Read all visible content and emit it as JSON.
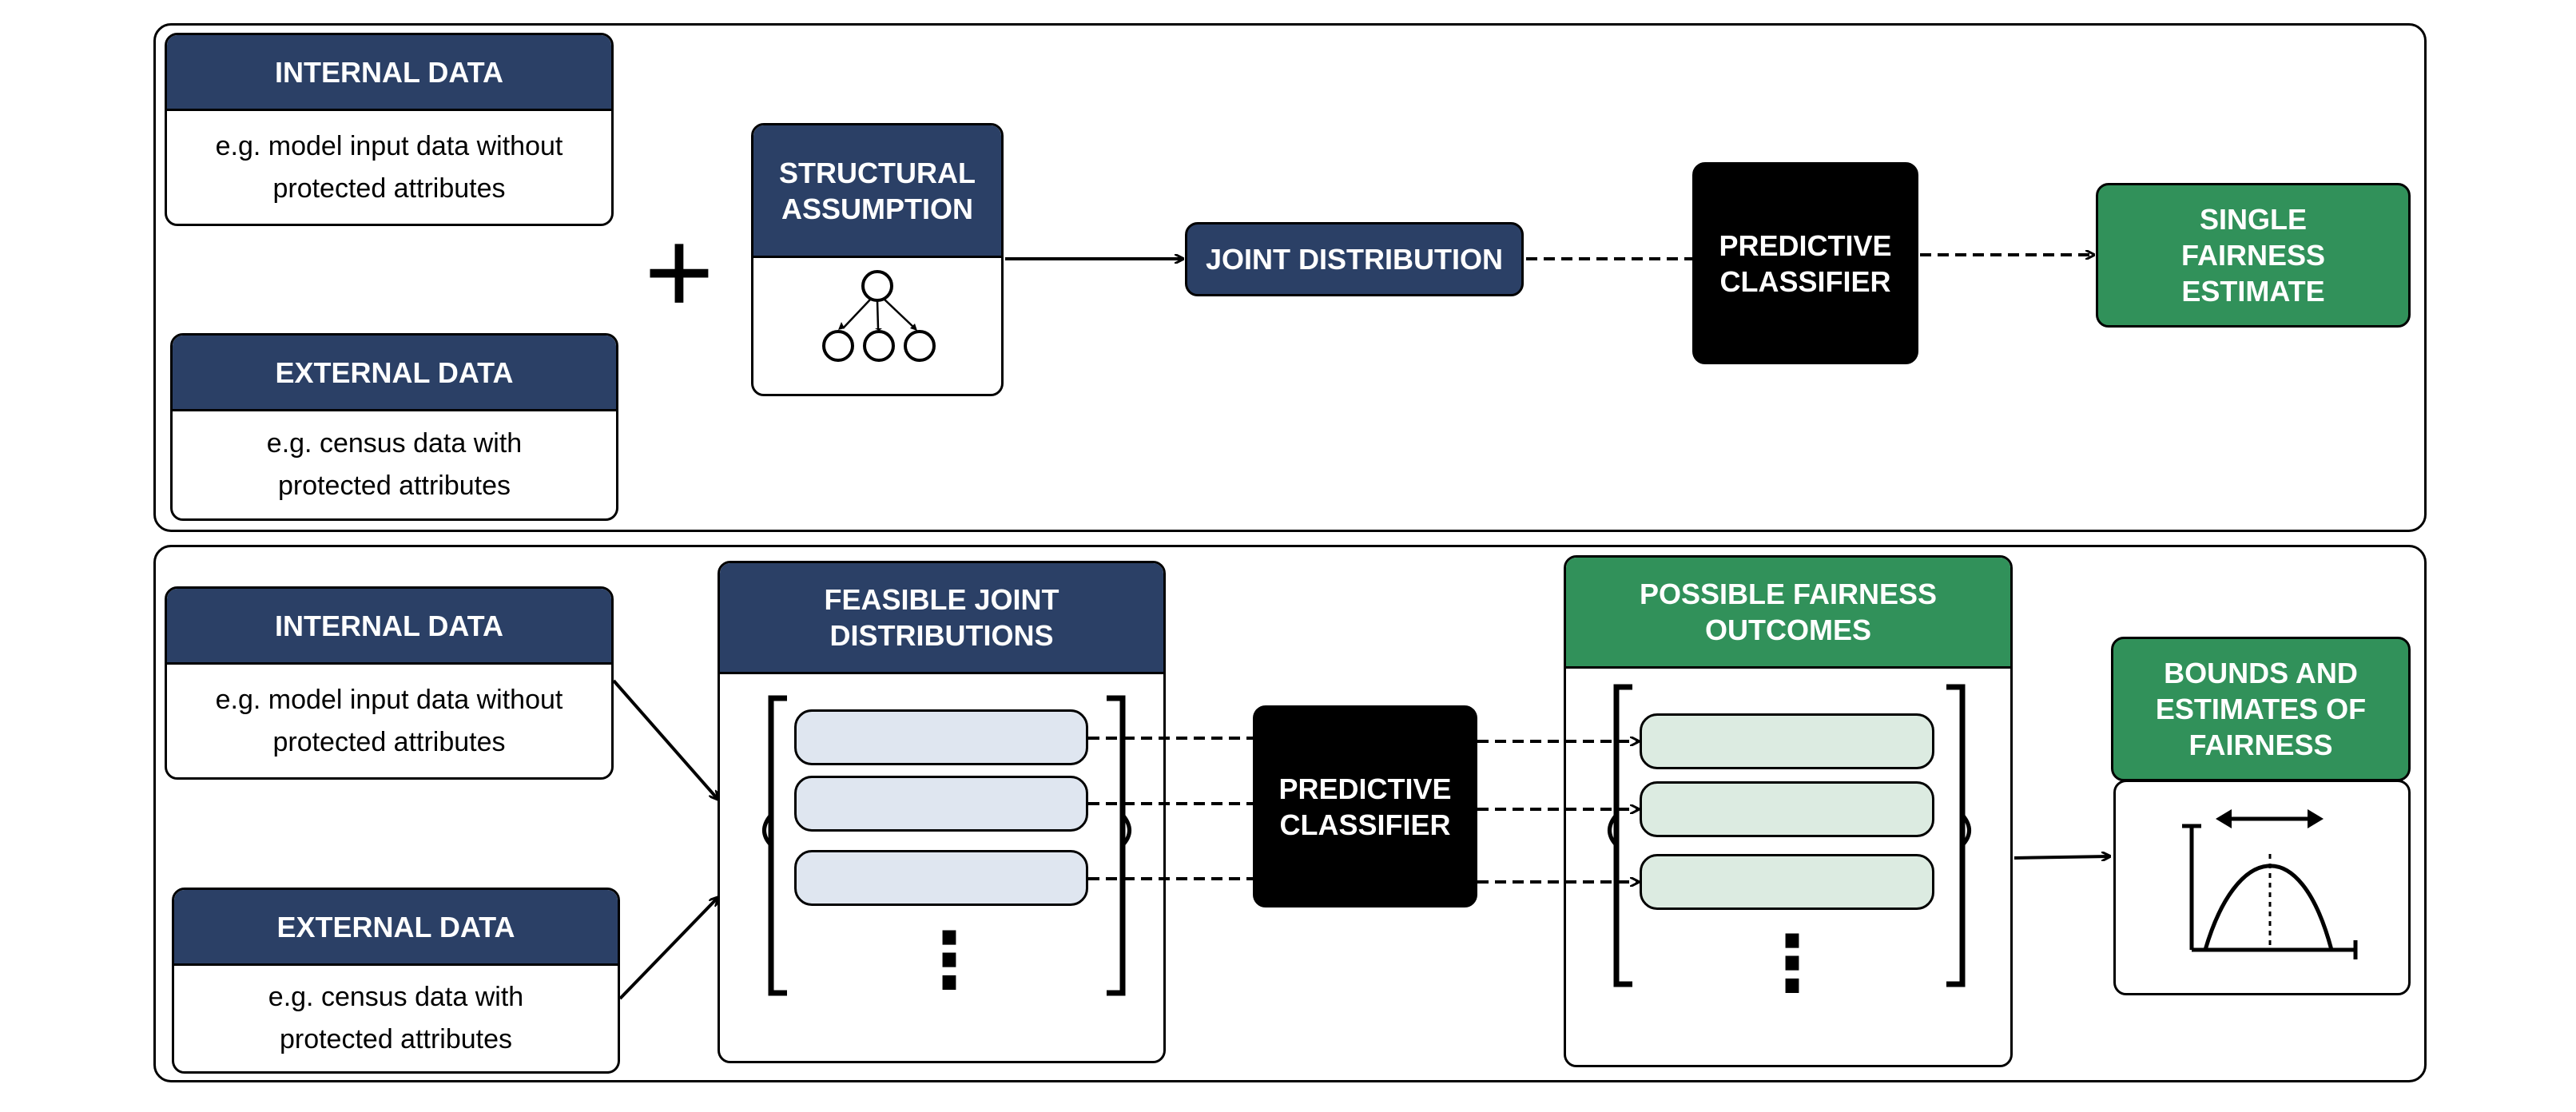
{
  "colors": {
    "navy": "#2b4066",
    "green": "#31915a",
    "black": "#000000",
    "pill_blue": "#dfe6f0",
    "pill_green": "#dcebe1"
  },
  "top_panel": {
    "internal_data": {
      "title": "INTERNAL DATA",
      "description": "e.g. model input data without protected attributes"
    },
    "external_data": {
      "title": "EXTERNAL DATA",
      "description": "e.g. census data with protected attributes"
    },
    "plus_symbol": "+",
    "structural_assumption": {
      "title": "STRUCTURAL ASSUMPTION",
      "icon": "tree-graph-icon"
    },
    "joint_distribution": "JOINT DISTRIBUTION",
    "predictive_classifier": "PREDICTIVE CLASSIFIER",
    "single_fairness_estimate": "SINGLE FAIRNESS ESTIMATE"
  },
  "bottom_panel": {
    "internal_data": {
      "title": "INTERNAL DATA",
      "description": "e.g. model input data without protected attributes"
    },
    "external_data": {
      "title": "EXTERNAL DATA",
      "description": "e.g. census data with protected attributes"
    },
    "feasible_joint_distributions": {
      "title": "FEASIBLE JOINT DISTRIBUTIONS",
      "ellipsis": "⋮"
    },
    "predictive_classifier": "PREDICTIVE CLASSIFIER",
    "possible_fairness_outcomes": {
      "title": "POSSIBLE FAIRNESS OUTCOMES",
      "ellipsis": "⋮"
    },
    "bounds_and_estimates": {
      "title": "BOUNDS AND ESTIMATES OF FAIRNESS",
      "icon": "distribution-bounds-icon"
    }
  }
}
